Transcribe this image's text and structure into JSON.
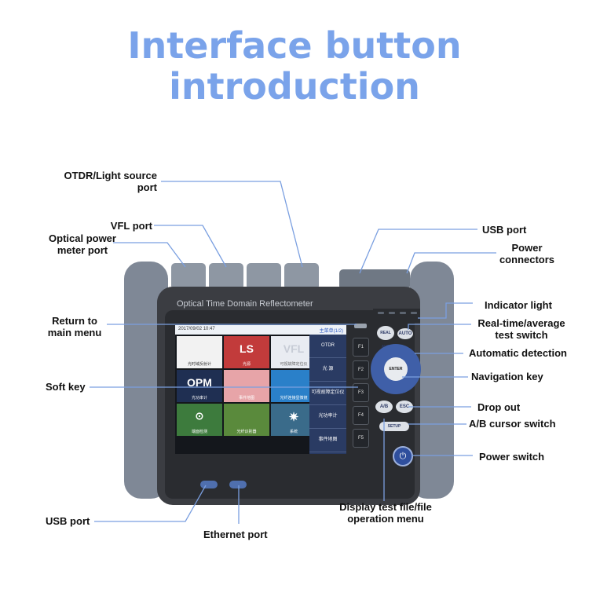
{
  "title": {
    "line1": "Interface button",
    "line2": "introduction"
  },
  "device": {
    "name": "Optical Time Domain Reflectometer",
    "screen": {
      "date": "2017/09/02  10:47",
      "tab": "主菜单(1/2)",
      "tiles": [
        "光时域反射计",
        "光源",
        "可视故障定位仪",
        "光功率计",
        "事件地图",
        "光纤连接显微镜",
        "端面检测",
        "光纤识别器",
        "系统"
      ],
      "tile_big": [
        "",
        "LS",
        "VFL",
        "OPM",
        "",
        "",
        "",
        "",
        ""
      ],
      "menu": [
        "OTDR",
        "光 源",
        "可视故障定位仪",
        "光功率计",
        "事件地图"
      ]
    },
    "fkeys": [
      "F1",
      "F2",
      "F3",
      "F4",
      "F5"
    ],
    "buttons": {
      "real_avg": "REAL AVG",
      "auto": "AUTO",
      "enter": "ENTER",
      "ab": "A/B",
      "esc": "ESC",
      "setup": "SETUP"
    },
    "colors": {
      "bumper": "#7f8896",
      "nav": "#3f5fa8",
      "title": "#7aa3ea"
    }
  },
  "labels": {
    "otdr_port": "OTDR/Light source port",
    "vfl_port": "VFL port",
    "opm_port": "Optical power meter port",
    "return_menu": "Return to main menu",
    "soft_key": "Soft key",
    "usb_port_left": "USB port",
    "ethernet_port": "Ethernet port",
    "display_test_file": "Display test file/file operation menu",
    "usb_port_top": "USB port",
    "power_connectors": "Power connectors",
    "indicator_light": "Indicator light",
    "realtime_avg": "Real-time/average test switch",
    "auto_detect": "Automatic detection",
    "nav_key": "Navigation key",
    "drop_out": "Drop out",
    "ab_cursor": "A/B cursor switch",
    "power_switch": "Power switch"
  }
}
